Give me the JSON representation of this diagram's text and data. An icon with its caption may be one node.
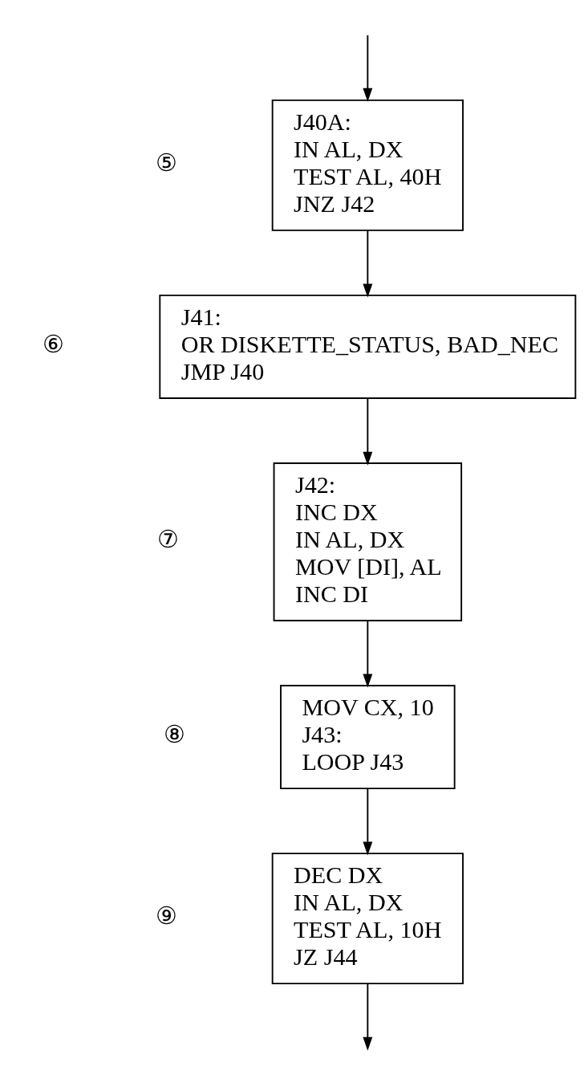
{
  "diagram": {
    "nodes": [
      {
        "text": [
          "J40A:",
          "IN AL, DX",
          "TEST AL, 40H",
          "JNZ J42"
        ],
        "beside": [
          "⑤"
        ]
      },
      {
        "text": [
          "J41:",
          "OR DISKETTE_STATUS, BAD_NEC",
          "JMP J40"
        ],
        "beside": [
          "⑥"
        ]
      },
      {
        "text": [
          "J42:",
          "INC DX",
          "IN AL, DX",
          "MOV [DI], AL",
          "INC DI"
        ],
        "beside": [
          "⑦"
        ]
      },
      {
        "text": [
          "MOV CX, 10",
          "J43:",
          "LOOP J43"
        ],
        "beside": [
          "⑧"
        ]
      },
      {
        "text": [
          "DEC DX",
          "IN AL, DX",
          "TEST AL, 10H",
          "JZ J44"
        ],
        "beside": [
          "⑨"
        ]
      }
    ],
    "edges": [
      {
        "from": null,
        "to": 0,
        "arrow": "to"
      },
      {
        "from": 0,
        "to": 1,
        "arrow": "to"
      },
      {
        "from": 1,
        "to": 2,
        "arrow": "to"
      },
      {
        "from": 2,
        "to": 3,
        "arrow": "to"
      },
      {
        "from": 3,
        "to": 4,
        "arrow": "to"
      },
      {
        "from": 4,
        "to": null,
        "arrow": "to"
      }
    ]
  }
}
